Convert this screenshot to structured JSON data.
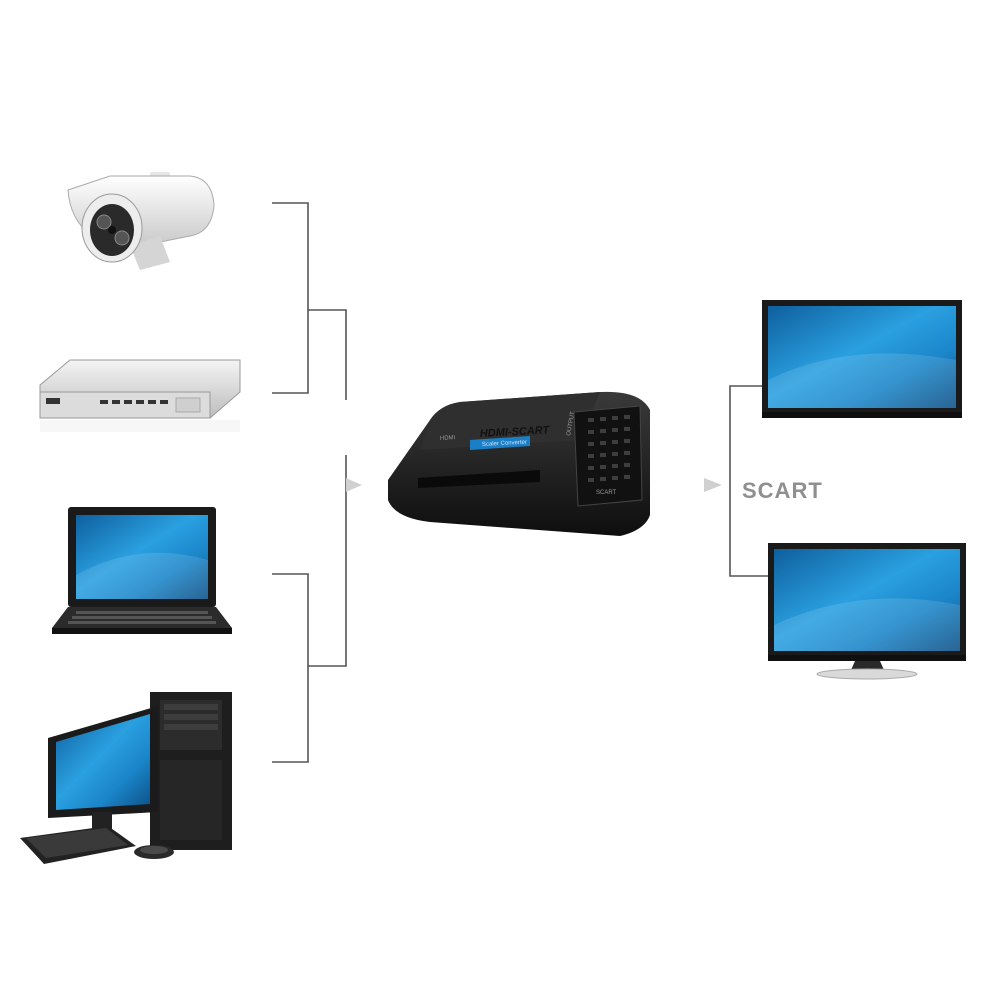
{
  "output_label": "SCART",
  "converter": {
    "title": "HDMI-SCART",
    "subtitle": "Scaler Converter",
    "input_port_label": "HDMI",
    "output_port_label": "OUTPUT",
    "scart_port_label": "SCART"
  },
  "sources": [
    "security-camera",
    "dvb-set-top-box",
    "laptop",
    "desktop-computer"
  ],
  "outputs": [
    "tv-monitor",
    "tv-with-stand"
  ],
  "colors": {
    "line": "#555555",
    "screen": "#1a7fc4",
    "device_body": "#1c1c1c",
    "label": "#8f8f8f"
  }
}
